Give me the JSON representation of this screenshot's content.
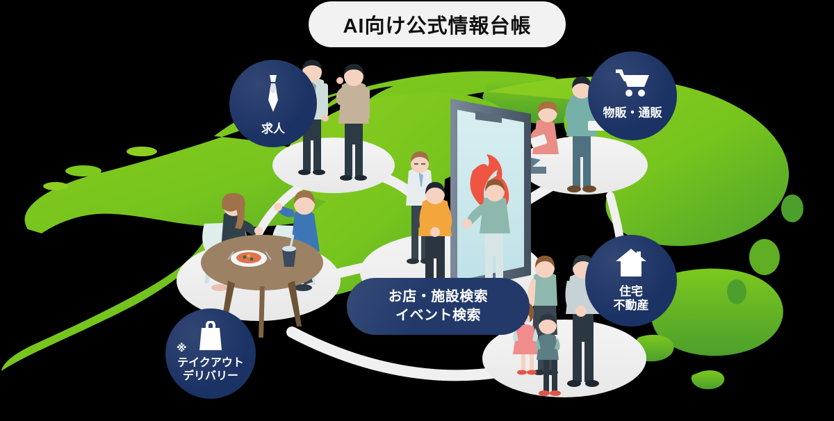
{
  "header": {
    "title": "AI向け公式情報台帳"
  },
  "center": {
    "name": "center-search-pill",
    "line1": "お店・施設検索",
    "line2": "イベント検索",
    "color": "#22396A"
  },
  "phone": {
    "logo_name": "flame-logo",
    "logo_color": "#EF5542",
    "screen_color": "#CFE9EC"
  },
  "categories": [
    {
      "id": "jobs",
      "label": "求人",
      "icon": "necktie-icon",
      "color": "#1B3264"
    },
    {
      "id": "retail",
      "label": "物販・通販",
      "icon": "shopping-cart-icon",
      "color": "#1B3264"
    },
    {
      "id": "realestate",
      "label": "住宅\n不動産",
      "icon": "house-icon",
      "color": "#1B3264"
    },
    {
      "id": "takeout",
      "label": "テイクアウト\nデリバリー",
      "mark": "※",
      "icon": "shopping-bag-icon",
      "color": "#1F3566"
    }
  ],
  "scenes": [
    {
      "id": "jobs-scene",
      "name": "two-businessmen-platform"
    },
    {
      "id": "retail-scene",
      "name": "shoppers-platform"
    },
    {
      "id": "dining-scene",
      "name": "cafe-table-platform"
    },
    {
      "id": "family-scene",
      "name": "family-platform"
    },
    {
      "id": "center-scene",
      "name": "smartphone-platform"
    }
  ],
  "background": {
    "map_color": "#76C41E",
    "map_color_dark": "#53A62A",
    "canvas_color": "#000000",
    "platform_color": "#EFEFEF"
  }
}
